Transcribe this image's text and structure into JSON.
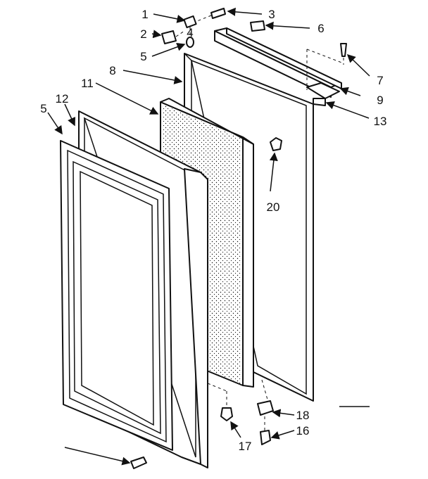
{
  "callouts": [
    "1",
    "2",
    "3",
    "4",
    "5",
    "6",
    "7",
    "8",
    "9",
    "11",
    "13",
    "12",
    "20",
    "5",
    "17",
    "18",
    "16"
  ],
  "colors": {
    "ink": "#111111",
    "paper": "#ffffff"
  }
}
